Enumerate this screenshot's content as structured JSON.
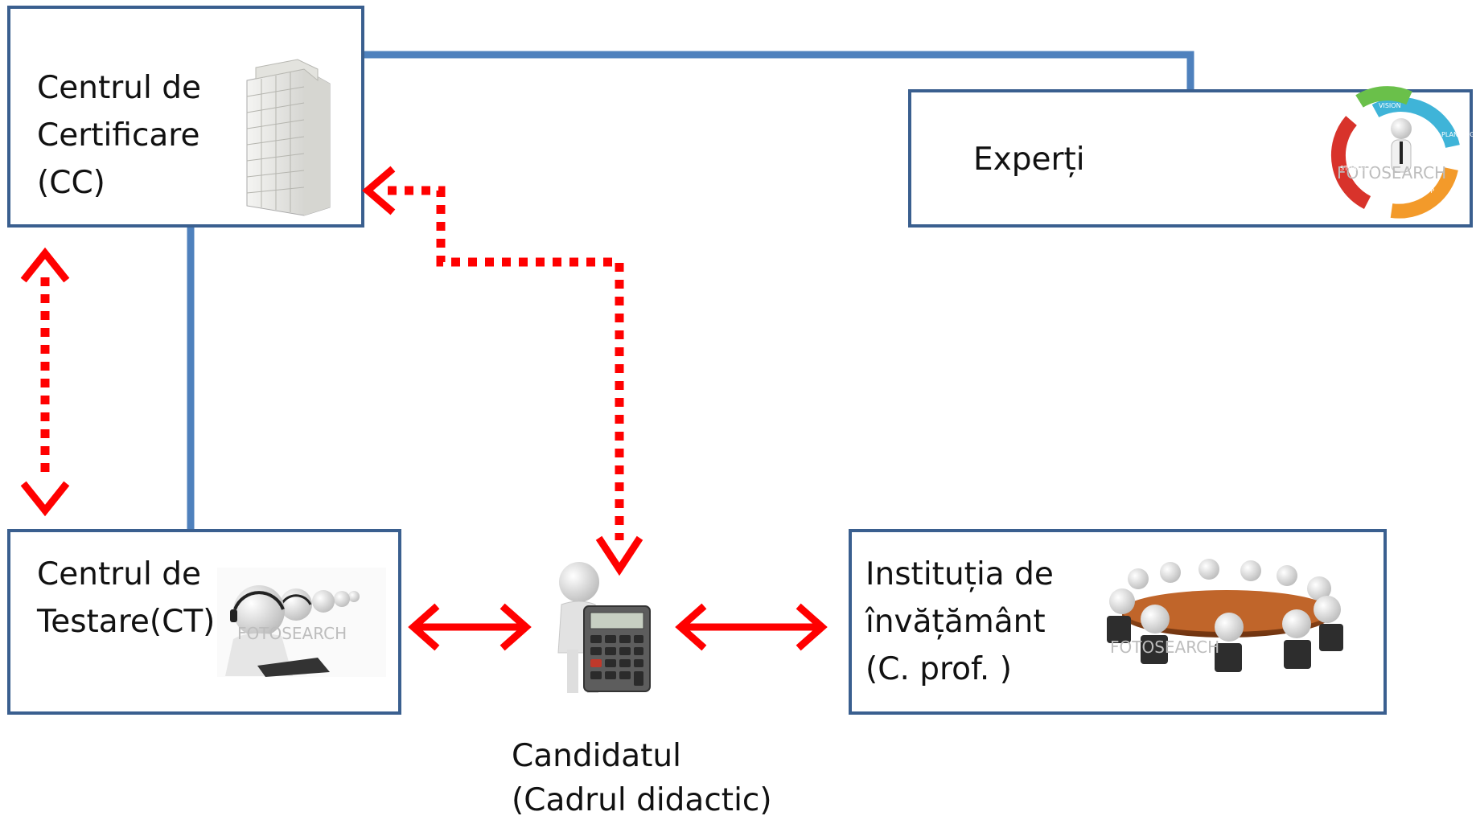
{
  "nodes": {
    "cc": {
      "lines": [
        "Centrul de",
        "Certificare",
        "(CC)"
      ],
      "icon": "office-building-icon"
    },
    "experti": {
      "lines": [
        "Experți"
      ],
      "icon": "strategy-cycle-icon"
    },
    "ct": {
      "lines": [
        "Centrul de",
        "Testare(CT)"
      ],
      "icon": "call-center-operators-icon"
    },
    "institutie": {
      "lines": [
        "Instituția de",
        "învățământ",
        "(C. prof. )"
      ],
      "icon": "meeting-table-icon"
    },
    "candidat": {
      "lines": [
        "Candidatul",
        "(Cadrul didactic)"
      ],
      "icon": "figure-with-calculator-icon"
    }
  },
  "watermark": "FOTOSEARCH",
  "cycle_labels": [
    "VISION",
    "PLANNING",
    "DEVELOP",
    "STRATEGY"
  ],
  "colors": {
    "box_border": "#3a5f8f",
    "connector": "#4f81bd",
    "arrow": "#ff0000"
  }
}
